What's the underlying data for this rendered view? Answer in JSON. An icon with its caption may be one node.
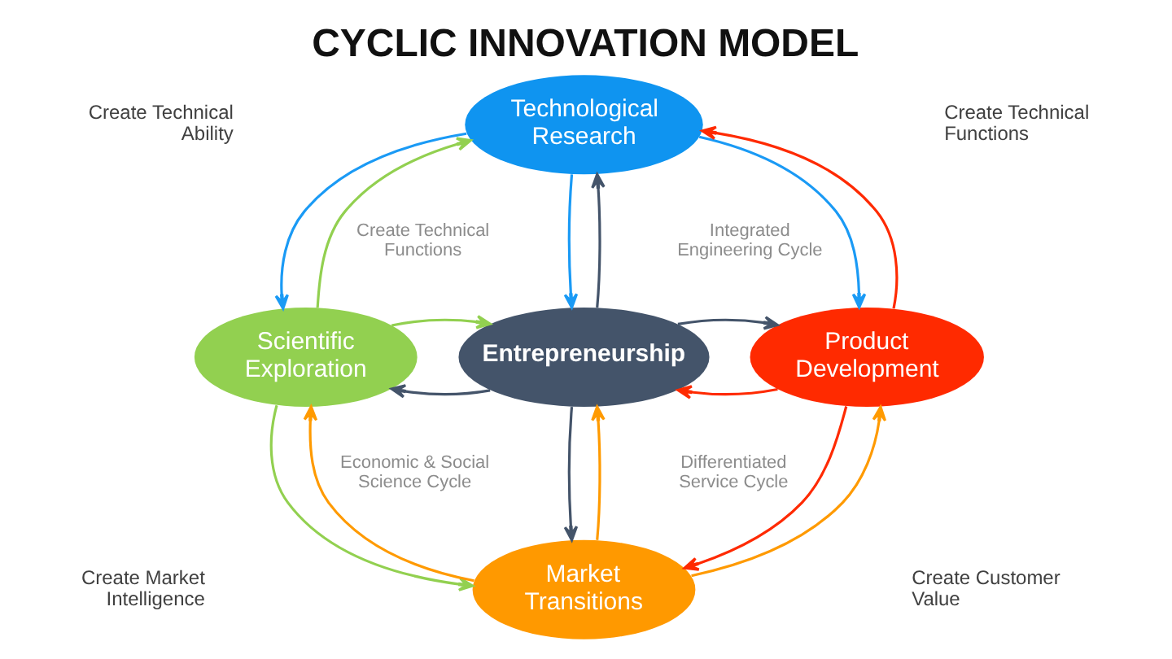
{
  "diagram": {
    "title": "CYCLIC INNOVATION MODEL",
    "nodes": [
      {
        "text": [
          "Technological Research"
        ]
      },
      {
        "text": [
          "Scientific Exploration"
        ]
      },
      {
        "text": [
          "Entrepreneurship"
        ]
      },
      {
        "text": [
          "Product Development"
        ]
      },
      {
        "text": [
          "Market Transitions"
        ]
      }
    ],
    "edges": [
      {
        "from": 1,
        "to": 0,
        "arrow": "to",
        "color": "#92d050"
      },
      {
        "from": 3,
        "to": 0,
        "arrow": "to",
        "color": "#ff2a00"
      },
      {
        "from": 0,
        "to": 1,
        "arrow": "to",
        "color": "#1a9af5"
      },
      {
        "from": 0,
        "to": 3,
        "arrow": "to",
        "color": "#1a9af5"
      },
      {
        "from": 2,
        "to": 0,
        "arrow": "to",
        "color": "#44546a"
      },
      {
        "from": 0,
        "to": 2,
        "arrow": "to",
        "color": "#1a9af5"
      },
      {
        "from": 2,
        "to": 1,
        "arrow": "to",
        "color": "#44546a"
      },
      {
        "from": 1,
        "to": 2,
        "arrow": "to",
        "color": "#92d050"
      },
      {
        "from": 3,
        "to": 2,
        "arrow": "to",
        "color": "#ff2a00"
      },
      {
        "from": 2,
        "to": 3,
        "arrow": "to",
        "color": "#44546a"
      },
      {
        "from": 2,
        "to": 4,
        "arrow": "to",
        "color": "#44546a"
      },
      {
        "from": 4,
        "to": 2,
        "arrow": "to",
        "color": "#ff9a00"
      },
      {
        "from": 4,
        "to": 1,
        "arrow": "to",
        "color": "#ff9a00"
      },
      {
        "from": 4,
        "to": 3,
        "arrow": "to",
        "color": "#ff9a00"
      },
      {
        "from": 1,
        "to": 4,
        "arrow": "to",
        "color": "#92d050"
      },
      {
        "from": 3,
        "to": 4,
        "arrow": "to",
        "color": "#ff2a00"
      }
    ],
    "labels": [
      "Create Technical Ability",
      "Create Technical Functions",
      "Create Technical Functions",
      "Integrated Engineering Cycle",
      "Economic & Social Science Cycle",
      "Differentiated Service Cycle",
      "Create Market Intelligence",
      "Create Customer Value"
    ]
  }
}
